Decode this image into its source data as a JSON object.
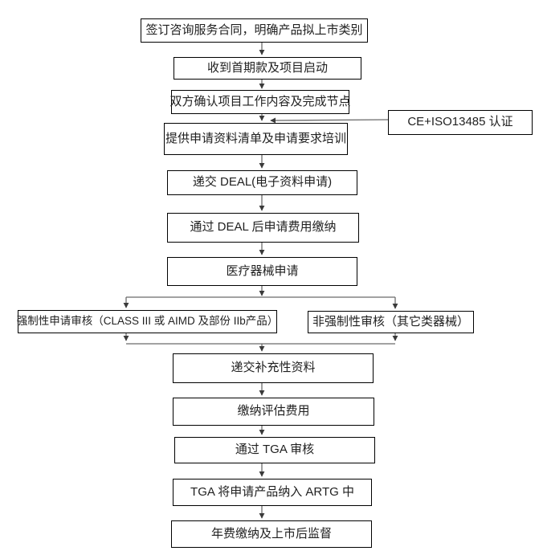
{
  "page": {
    "background_color": "#ffffff",
    "description_colors": {
      "box_border": "#000000",
      "box_fill": "#ffffff",
      "connector_line": "#6b6b6b",
      "arrowhead": "#3a3a3a",
      "text": "#1f1f1f"
    }
  },
  "flowchart": {
    "type": "flowchart",
    "direction": "top-down",
    "nodes": {
      "sign_contract": {
        "label": "签订咨询服务合同，明确产品拟上市类别"
      },
      "initial_payment": {
        "label": "收到首期款及项目启动"
      },
      "confirm_scope": {
        "label": "双方确认项目工作内容及完成节点"
      },
      "ce_iso": {
        "label": "CE+ISO13485 认证"
      },
      "provide_checklist": {
        "label": "提供申请资料清单及申请要求培训"
      },
      "submit_deal": {
        "label": "递交 DEAL(电子资料申请)"
      },
      "deal_fee": {
        "label": "通过 DEAL 后申请费用缴纳"
      },
      "device_application": {
        "label": "医疗器械申请"
      },
      "mandatory_audit": {
        "label": "强制性申请审核（CLASS III 或 AIMD 及部份 IIb产品）"
      },
      "non_mandatory_audit": {
        "label": "非强制性审核（其它类器械）"
      },
      "supplementary_docs": {
        "label": "递交补充性资料"
      },
      "assessment_fee": {
        "label": "缴纳评估费用"
      },
      "tga_review": {
        "label": "通过 TGA 审核"
      },
      "artg_inclusion": {
        "label": "TGA 将申请产品纳入 ARTG 中"
      },
      "annual_fee": {
        "label": "年费缴纳及上市后监督"
      }
    },
    "edges": [
      "sign_contract -> initial_payment",
      "initial_payment -> confirm_scope",
      "confirm_scope -> provide_checklist",
      "ce_iso -> provide_checklist",
      "provide_checklist -> submit_deal",
      "submit_deal -> deal_fee",
      "deal_fee -> device_application",
      "device_application -> mandatory_audit",
      "device_application -> non_mandatory_audit",
      "mandatory_audit -> supplementary_docs",
      "non_mandatory_audit -> supplementary_docs",
      "supplementary_docs -> assessment_fee",
      "assessment_fee -> tga_review",
      "tga_review -> artg_inclusion",
      "artg_inclusion -> annual_fee"
    ]
  }
}
